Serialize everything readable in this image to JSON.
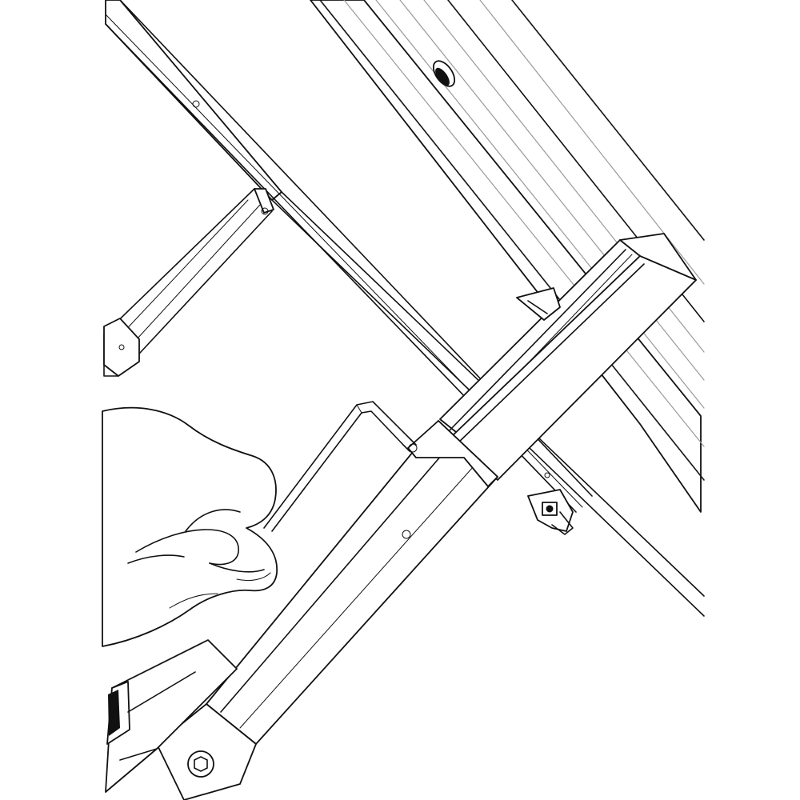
{
  "illustration": {
    "background": "#ffffff",
    "line_color": "#111111",
    "accent_grey": "#9a9a9a",
    "parts": [
      "upper-rail",
      "lower-rail",
      "telescoping-leg",
      "hex-key",
      "hand",
      "bracket",
      "clip"
    ]
  }
}
